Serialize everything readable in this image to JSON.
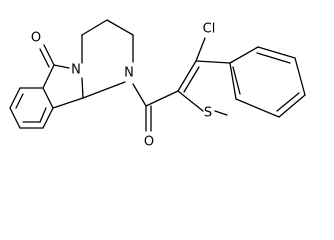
{
  "molecule": {
    "atom_labels": {
      "carbonyl_oxygen_left": "O",
      "lactam_nitrogen": "N",
      "amide_nitrogen": "N",
      "carbonyl_oxygen_bottom": "O",
      "thiophene_sulfur": "S",
      "chlorine": "Cl"
    },
    "colors": {
      "bond": "#000000",
      "label": "#000000",
      "background": "#ffffff"
    }
  }
}
